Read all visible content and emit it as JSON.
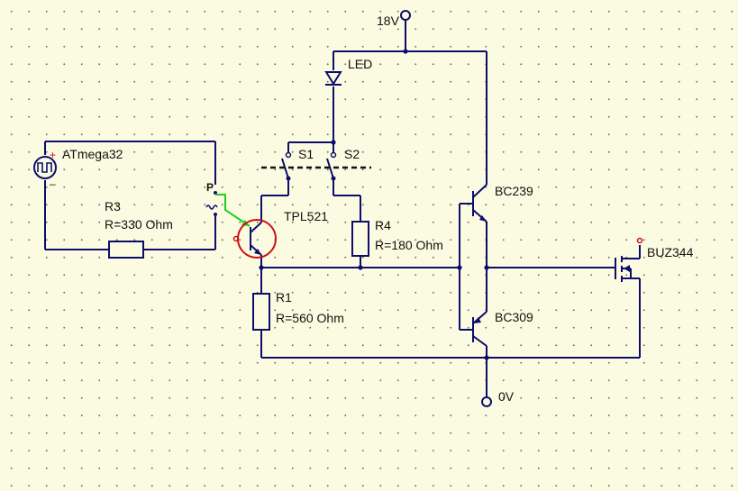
{
  "colors": {
    "background": "#fbfbe1",
    "wire": "#0d0d6e",
    "highlight": "#cc1111",
    "probe": "#22cc22",
    "grid_dot": "#6e6e6e"
  },
  "supply": {
    "positive": "18V",
    "ground": "0V"
  },
  "components": {
    "led": "LED",
    "source": "ATmega32",
    "probe": "P",
    "r3_name": "R3",
    "r3_value": "R=330 Ohm",
    "switch_1": "S1",
    "switch_2": "S2",
    "optocoupler": "TPL521",
    "r4_name": "R4",
    "r4_value": "R=180 Ohm",
    "r1_name": "R1",
    "r1_value": "R=560 Ohm",
    "q_upper": "BC239",
    "q_lower": "BC309",
    "mosfet": "BUZ344"
  },
  "source_marks": {
    "plus": "+",
    "minus": "–"
  }
}
